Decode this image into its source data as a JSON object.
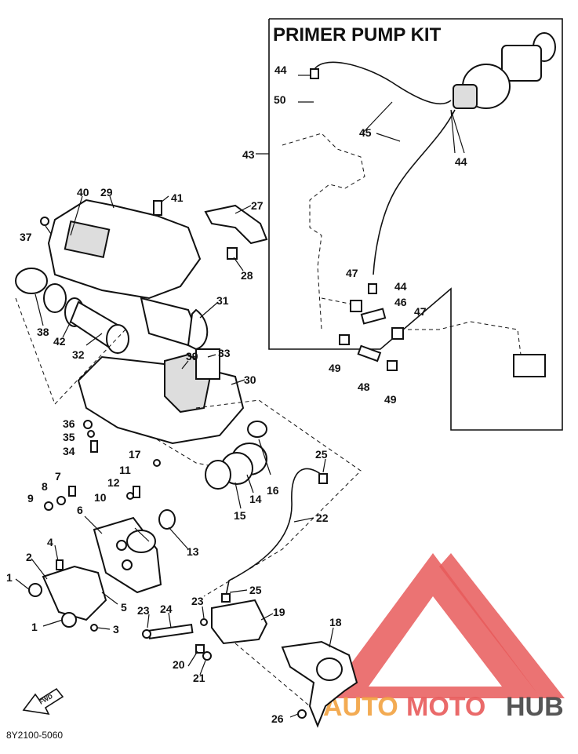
{
  "kit_title": "PRIMER PUMP KIT",
  "diagram_code": "8Y2100-5060",
  "fwd_label": "FWD",
  "watermark": {
    "text_auto": "AUTO",
    "text_moto": "MOTO",
    "text_hub": "HUB",
    "color_red": "#e85a5a",
    "color_orange": "#f2a341",
    "color_gray": "#444444"
  },
  "part_labels": {
    "p1a": "1",
    "p1b": "1",
    "p2": "2",
    "p3": "3",
    "p4": "4",
    "p5": "5",
    "p6": "6",
    "p7": "7",
    "p8": "8",
    "p9": "9",
    "p10": "10",
    "p11": "11",
    "p12": "12",
    "p13": "13",
    "p14": "14",
    "p15": "15",
    "p16": "16",
    "p17": "17",
    "p18": "18",
    "p19": "19",
    "p20": "20",
    "p21": "21",
    "p22": "22",
    "p23a": "23",
    "p23b": "23",
    "p24": "24",
    "p25a": "25",
    "p25b": "25",
    "p26": "26",
    "p27": "27",
    "p28": "28",
    "p29": "29",
    "p30": "30",
    "p31": "31",
    "p32": "32",
    "p33": "33",
    "p34": "34",
    "p35": "35",
    "p36": "36",
    "p37": "37",
    "p38": "38",
    "p39": "39",
    "p40": "40",
    "p41": "41",
    "p42": "42",
    "p43": "43",
    "p44a": "44",
    "p44b": "44",
    "p44c": "44",
    "p45": "45",
    "p46": "46",
    "p47a": "47",
    "p47b": "47",
    "p48": "48",
    "p49a": "49",
    "p49b": "49",
    "p50": "50"
  }
}
